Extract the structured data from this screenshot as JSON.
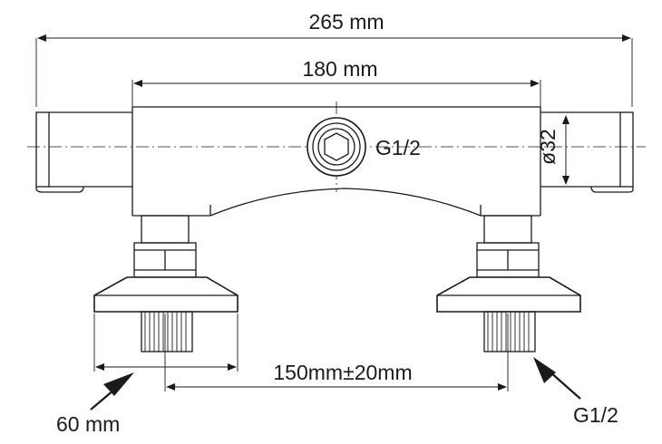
{
  "dimensions": {
    "overall_width": "265 mm",
    "body_width": "180 mm",
    "diameter": "ø32",
    "center_inlet": "G1/2",
    "inlet_spacing": "150mm±20mm",
    "flange": "60 mm",
    "outlet_thread": "G1/2"
  }
}
